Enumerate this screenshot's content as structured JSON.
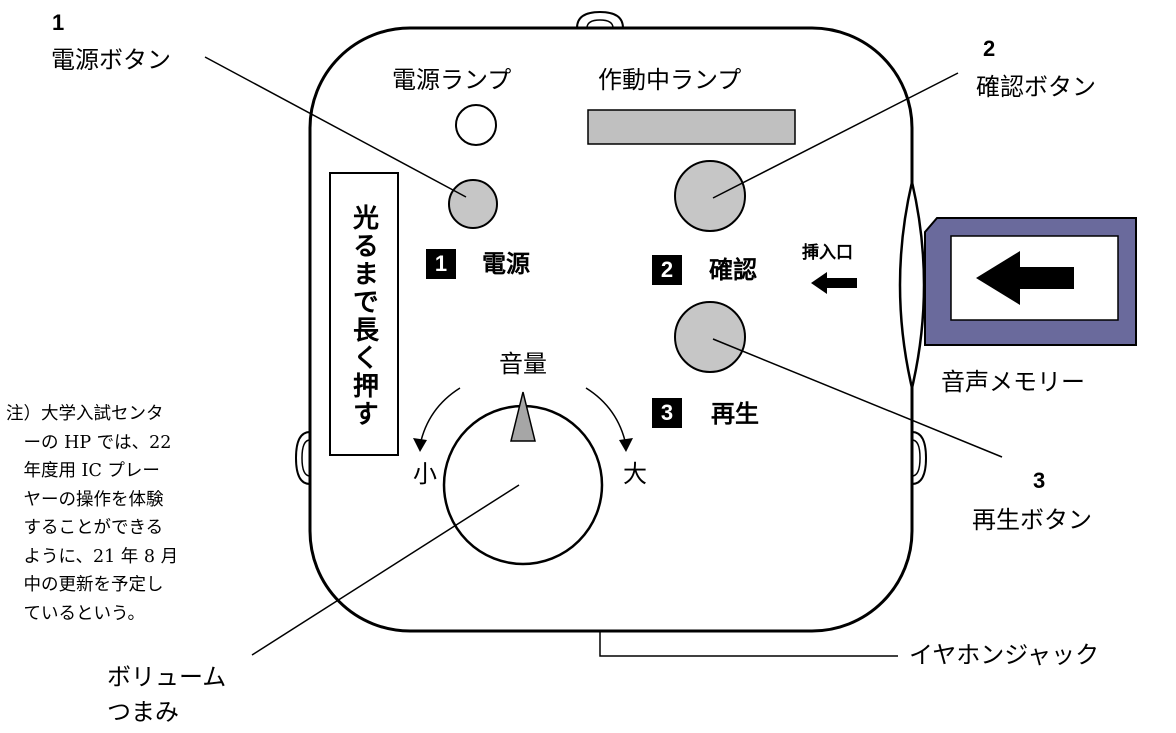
{
  "callouts": {
    "power_button": {
      "number": "1",
      "label": "電源ボタン"
    },
    "confirm_button": {
      "number": "2",
      "label": "確認ボタン"
    },
    "play_button": {
      "number": "3",
      "label": "再生ボタン"
    },
    "volume_knob": {
      "line1": "ボリューム",
      "line2": "つまみ"
    },
    "earphone_jack": "イヤホンジャック",
    "audio_memory": "音声メモリー"
  },
  "device": {
    "power_lamp": "電源ランプ",
    "active_lamp": "作動中ランプ",
    "press_instruction": "光るまで長く押す",
    "power": {
      "badge": "1",
      "label": "電源"
    },
    "confirm": {
      "badge": "2",
      "label": "確認"
    },
    "play": {
      "badge": "3",
      "label": "再生"
    },
    "volume": "音量",
    "small": "小",
    "large": "大",
    "slot": "挿入口"
  },
  "note": {
    "lines": [
      "注）大学入試センタ",
      "　ーの HP では、22",
      "　年度用 IC プレー",
      "　ヤーの操作を体験",
      "　することができる",
      "　ように、21 年 8 月",
      "　中の更新を予定し",
      "　ているという。"
    ]
  },
  "colors": {
    "button_fill": "#c6c6c6",
    "lamp_fill": "#c0c0c0",
    "card_fill": "#6a6a9c",
    "stroke": "#000000"
  }
}
